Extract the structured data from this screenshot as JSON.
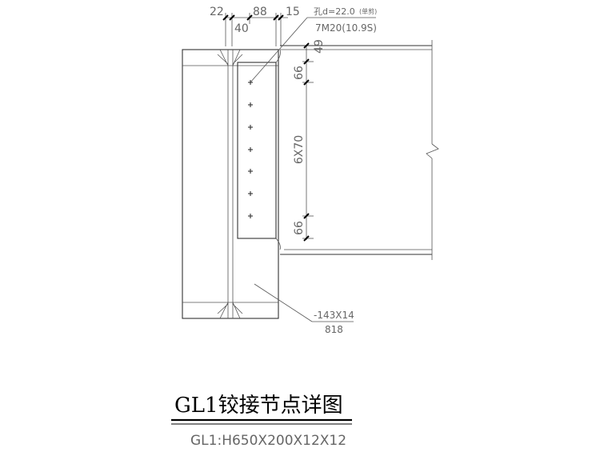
{
  "drawing": {
    "dims_top": [
      "22",
      "88",
      "15",
      "40"
    ],
    "bolt_note": "孔d=22.0",
    "bolt_note_suffix": "(单剪)",
    "bolt_spec": "7M20(10.9S)",
    "dims_right": [
      "49",
      "66",
      "6X70",
      "66"
    ],
    "plate_spec": "-143X14",
    "plate_length": "818",
    "title": "GL1铰接节点详图",
    "subtitle": "GL1:H650X200X12X12"
  }
}
